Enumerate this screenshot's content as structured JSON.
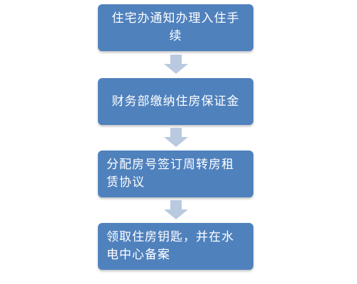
{
  "colors": {
    "box_fill": "#4f81bd",
    "arrow_fill": "#b9c9e0"
  },
  "flow": {
    "steps": [
      {
        "text": "住宅办通知办理入住手续"
      },
      {
        "text": "财务部缴纳住房保证金"
      },
      {
        "text": "分配房号签订周转房租赁协议"
      },
      {
        "text": "领取住房钥匙，并在水电中心备案"
      }
    ]
  }
}
